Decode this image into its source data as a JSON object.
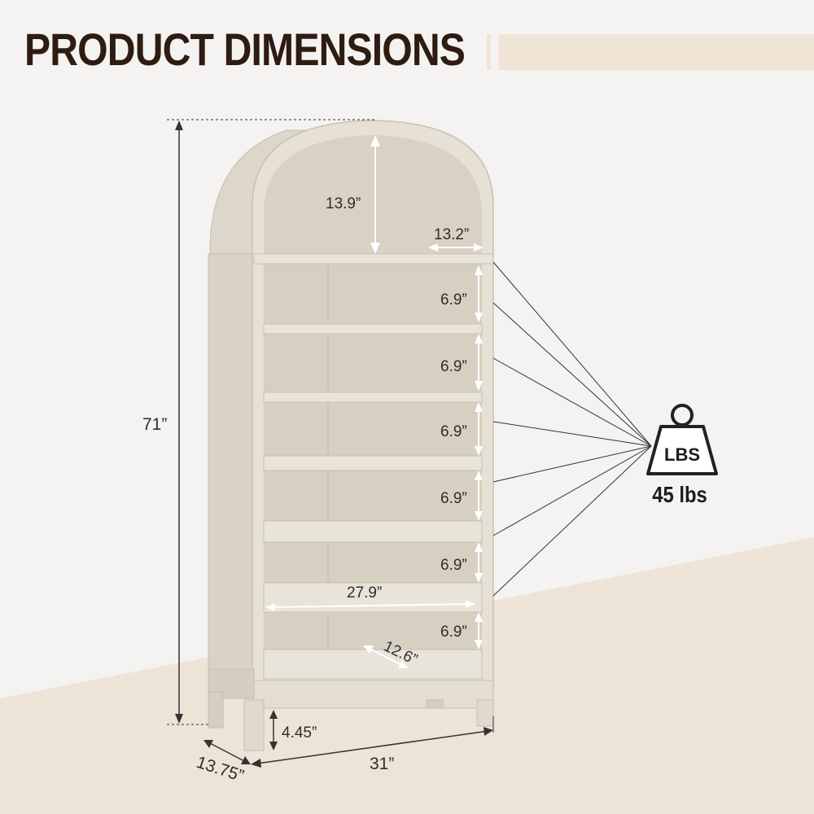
{
  "title": "PRODUCT DIMENSIONS",
  "dimensions": {
    "height": "71”",
    "arch_height": "13.9”",
    "arch_depth": "13.2”",
    "shelf_gaps": [
      "6.9”",
      "6.9”",
      "6.9”",
      "6.9”",
      "6.9”",
      "6.9”"
    ],
    "shelf_width": "27.9”",
    "shelf_depth": "12.6”",
    "leg_height": "4.45”",
    "width": "31”",
    "depth": "13.75”"
  },
  "weight": {
    "icon_label": "LBS",
    "capacity": "45 lbs"
  },
  "colors": {
    "background": "#f4f3f1",
    "floor": "#eee3d7",
    "cabinet": "#e1dbd0",
    "title": "#2e1b12"
  }
}
